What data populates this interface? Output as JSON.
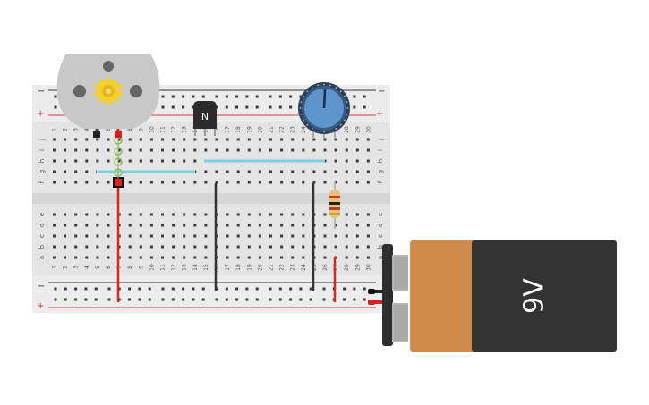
{
  "breadboard": {
    "row_letters_top": [
      "j",
      "i",
      "h",
      "g",
      "f"
    ],
    "row_letters_bottom": [
      "e",
      "d",
      "c",
      "b",
      "a"
    ],
    "column_numbers": [
      "1",
      "2",
      "3",
      "4",
      "5",
      "6",
      "7",
      "8",
      "9",
      "10",
      "11",
      "12",
      "13",
      "14",
      "15",
      "16",
      "17",
      "18",
      "19",
      "20",
      "21",
      "22",
      "23",
      "24",
      "25",
      "26",
      "27",
      "28",
      "29",
      "30"
    ],
    "rail_minus": "−",
    "rail_plus": "+"
  },
  "transistor": {
    "label": "N"
  },
  "battery": {
    "label": "9V"
  },
  "colors": {
    "board": "#e4e4e4",
    "rail_red": "#d33b3b",
    "rail_dark": "#333333",
    "wire_red": "#d62626",
    "wire_black": "#333333",
    "wire_cyan": "#7ecfe0",
    "motor_body": "#c8c8c8",
    "motor_gear": "#f2cf2a",
    "pot_blue": "#5d95cc",
    "battery_label": "#d08a4e",
    "battery_body": "#333333"
  },
  "components": [
    "dc-motor-icon",
    "npn-transistor-icon",
    "potentiometer-icon",
    "resistor-icon",
    "diode-icon",
    "battery-icon"
  ]
}
